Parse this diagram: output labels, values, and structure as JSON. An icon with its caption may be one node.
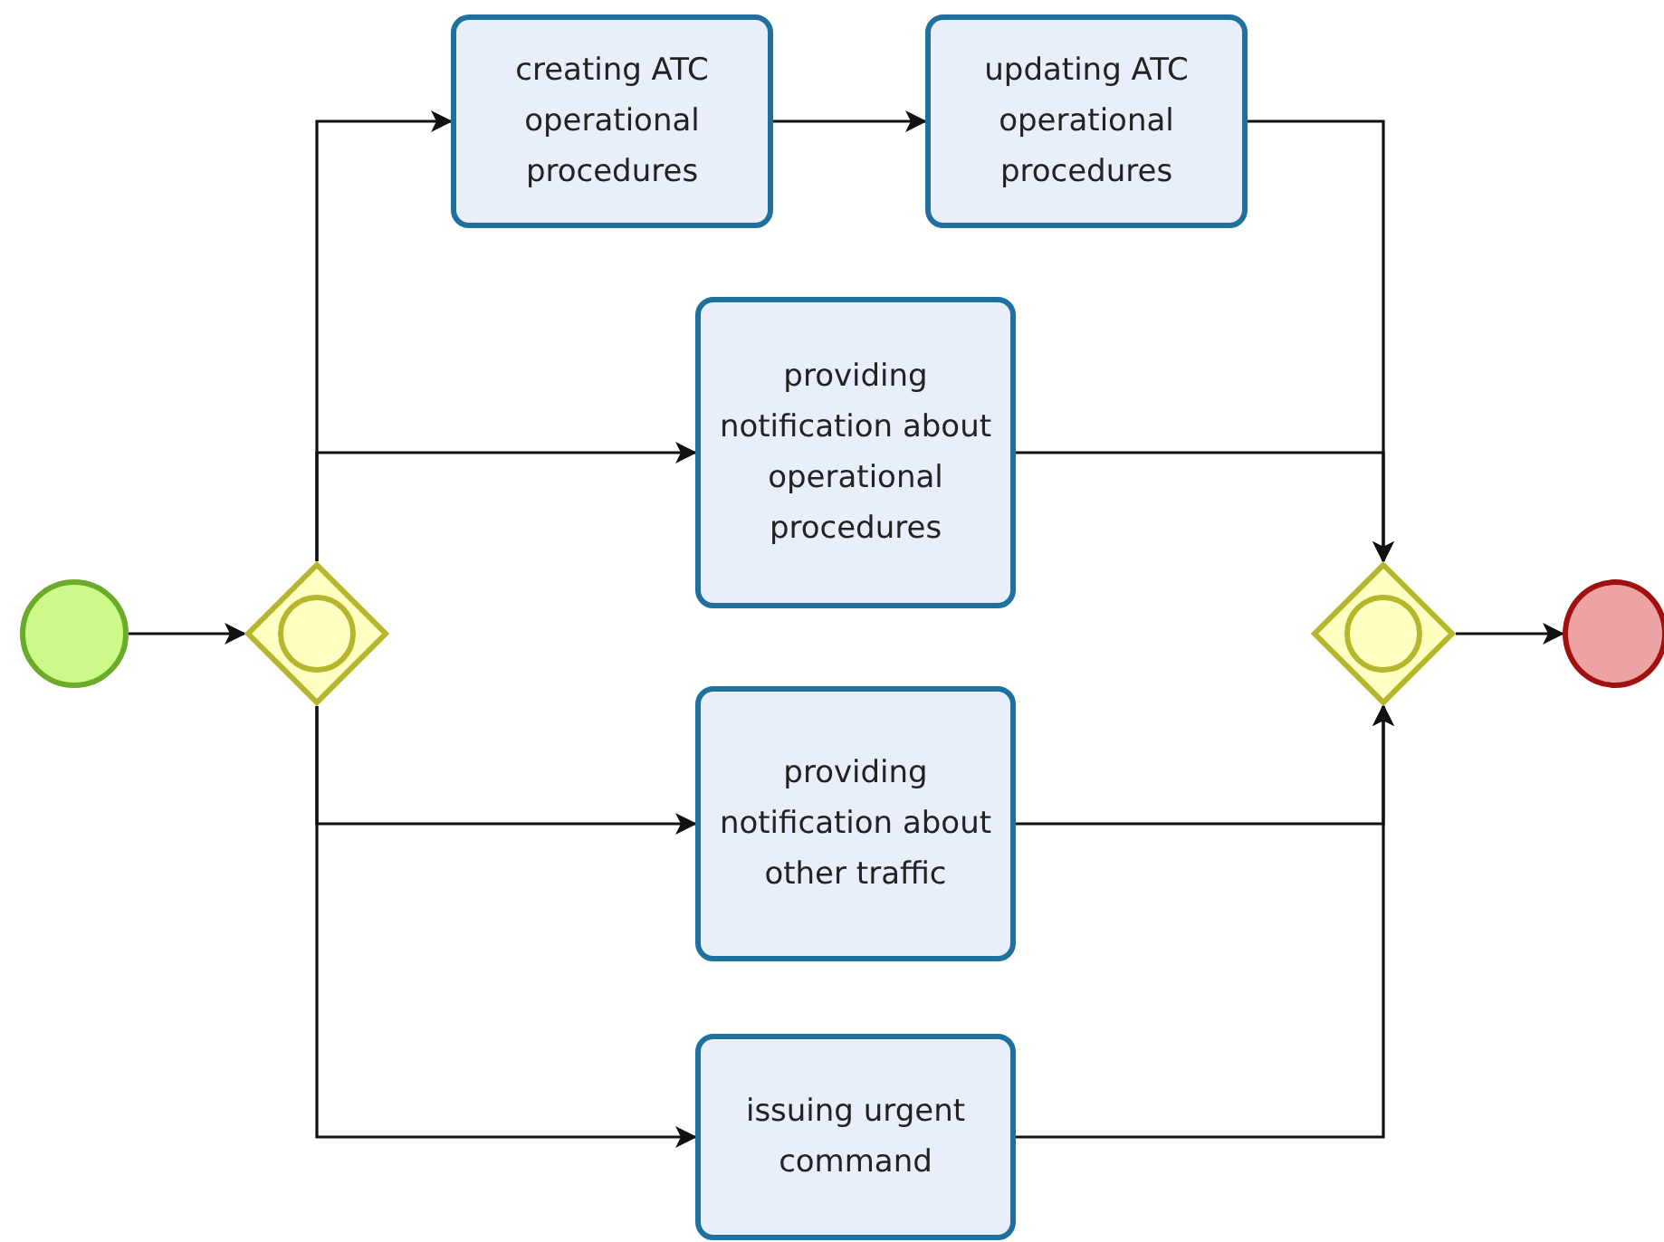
{
  "diagram": {
    "nodes": [
      {
        "text": [],
        "shape": "circle"
      },
      {
        "text": [],
        "shape": "diamond"
      },
      {
        "text": [
          "creating ATC operational procedures"
        ]
      },
      {
        "text": [
          "updating ATC operational procedures"
        ]
      },
      {
        "text": [
          "providing notification about operational procedures"
        ]
      },
      {
        "text": [
          "providing notification about other traffic"
        ]
      },
      {
        "text": [
          "issuing urgent command"
        ]
      },
      {
        "text": [],
        "shape": "diamond"
      },
      {
        "text": [],
        "shape": "circle"
      }
    ],
    "edges": [
      {
        "from": 0,
        "to": 1,
        "arrow": "to"
      },
      {
        "from": 1,
        "to": 2,
        "arrow": "to"
      },
      {
        "from": 2,
        "to": 3,
        "arrow": "to"
      },
      {
        "from": 3,
        "to": 7,
        "arrow": "to"
      },
      {
        "from": 1,
        "to": 4,
        "arrow": "to"
      },
      {
        "from": 4,
        "to": 7,
        "arrow": "to"
      },
      {
        "from": 1,
        "to": 5,
        "arrow": "to"
      },
      {
        "from": 5,
        "to": 7,
        "arrow": "to"
      },
      {
        "from": 1,
        "to": 6,
        "arrow": "to"
      },
      {
        "from": 6,
        "to": 7,
        "arrow": "to"
      },
      {
        "from": 7,
        "to": 8,
        "arrow": "to"
      }
    ]
  }
}
